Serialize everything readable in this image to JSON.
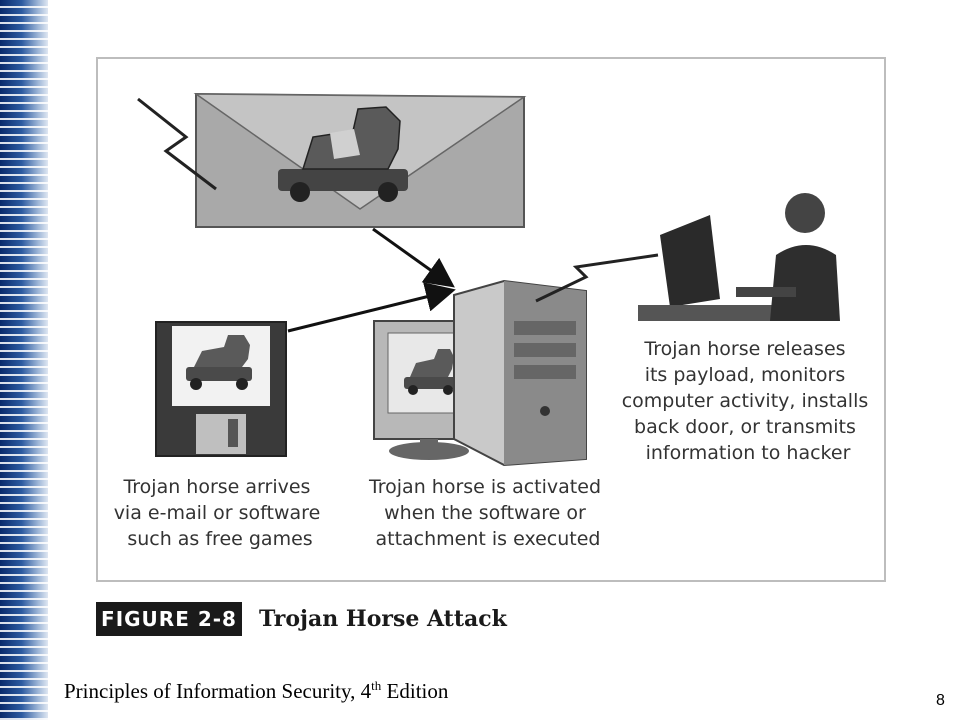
{
  "figure": {
    "tag": "FIGURE 2-8",
    "title": "Trojan Horse Attack",
    "captions": {
      "arrival": [
        "Trojan horse arrives",
        "via e-mail or software",
        "such as free games"
      ],
      "activation": [
        "Trojan horse is activated",
        "when the software or",
        "attachment is executed"
      ],
      "payload": [
        "Trojan horse releases",
        "its payload, monitors",
        "computer activity, installs",
        "back door, or transmits",
        "information to hacker"
      ]
    }
  },
  "footer": {
    "text_before": "Principles of Information Security, 4",
    "superscript": "th",
    "text_after": " Edition",
    "page_number": "8"
  },
  "colors": {
    "stripe_dark": "#0a2a6b",
    "stripe_light": "#dfe7f2",
    "figure_tag_bg": "#1a1a1a"
  }
}
